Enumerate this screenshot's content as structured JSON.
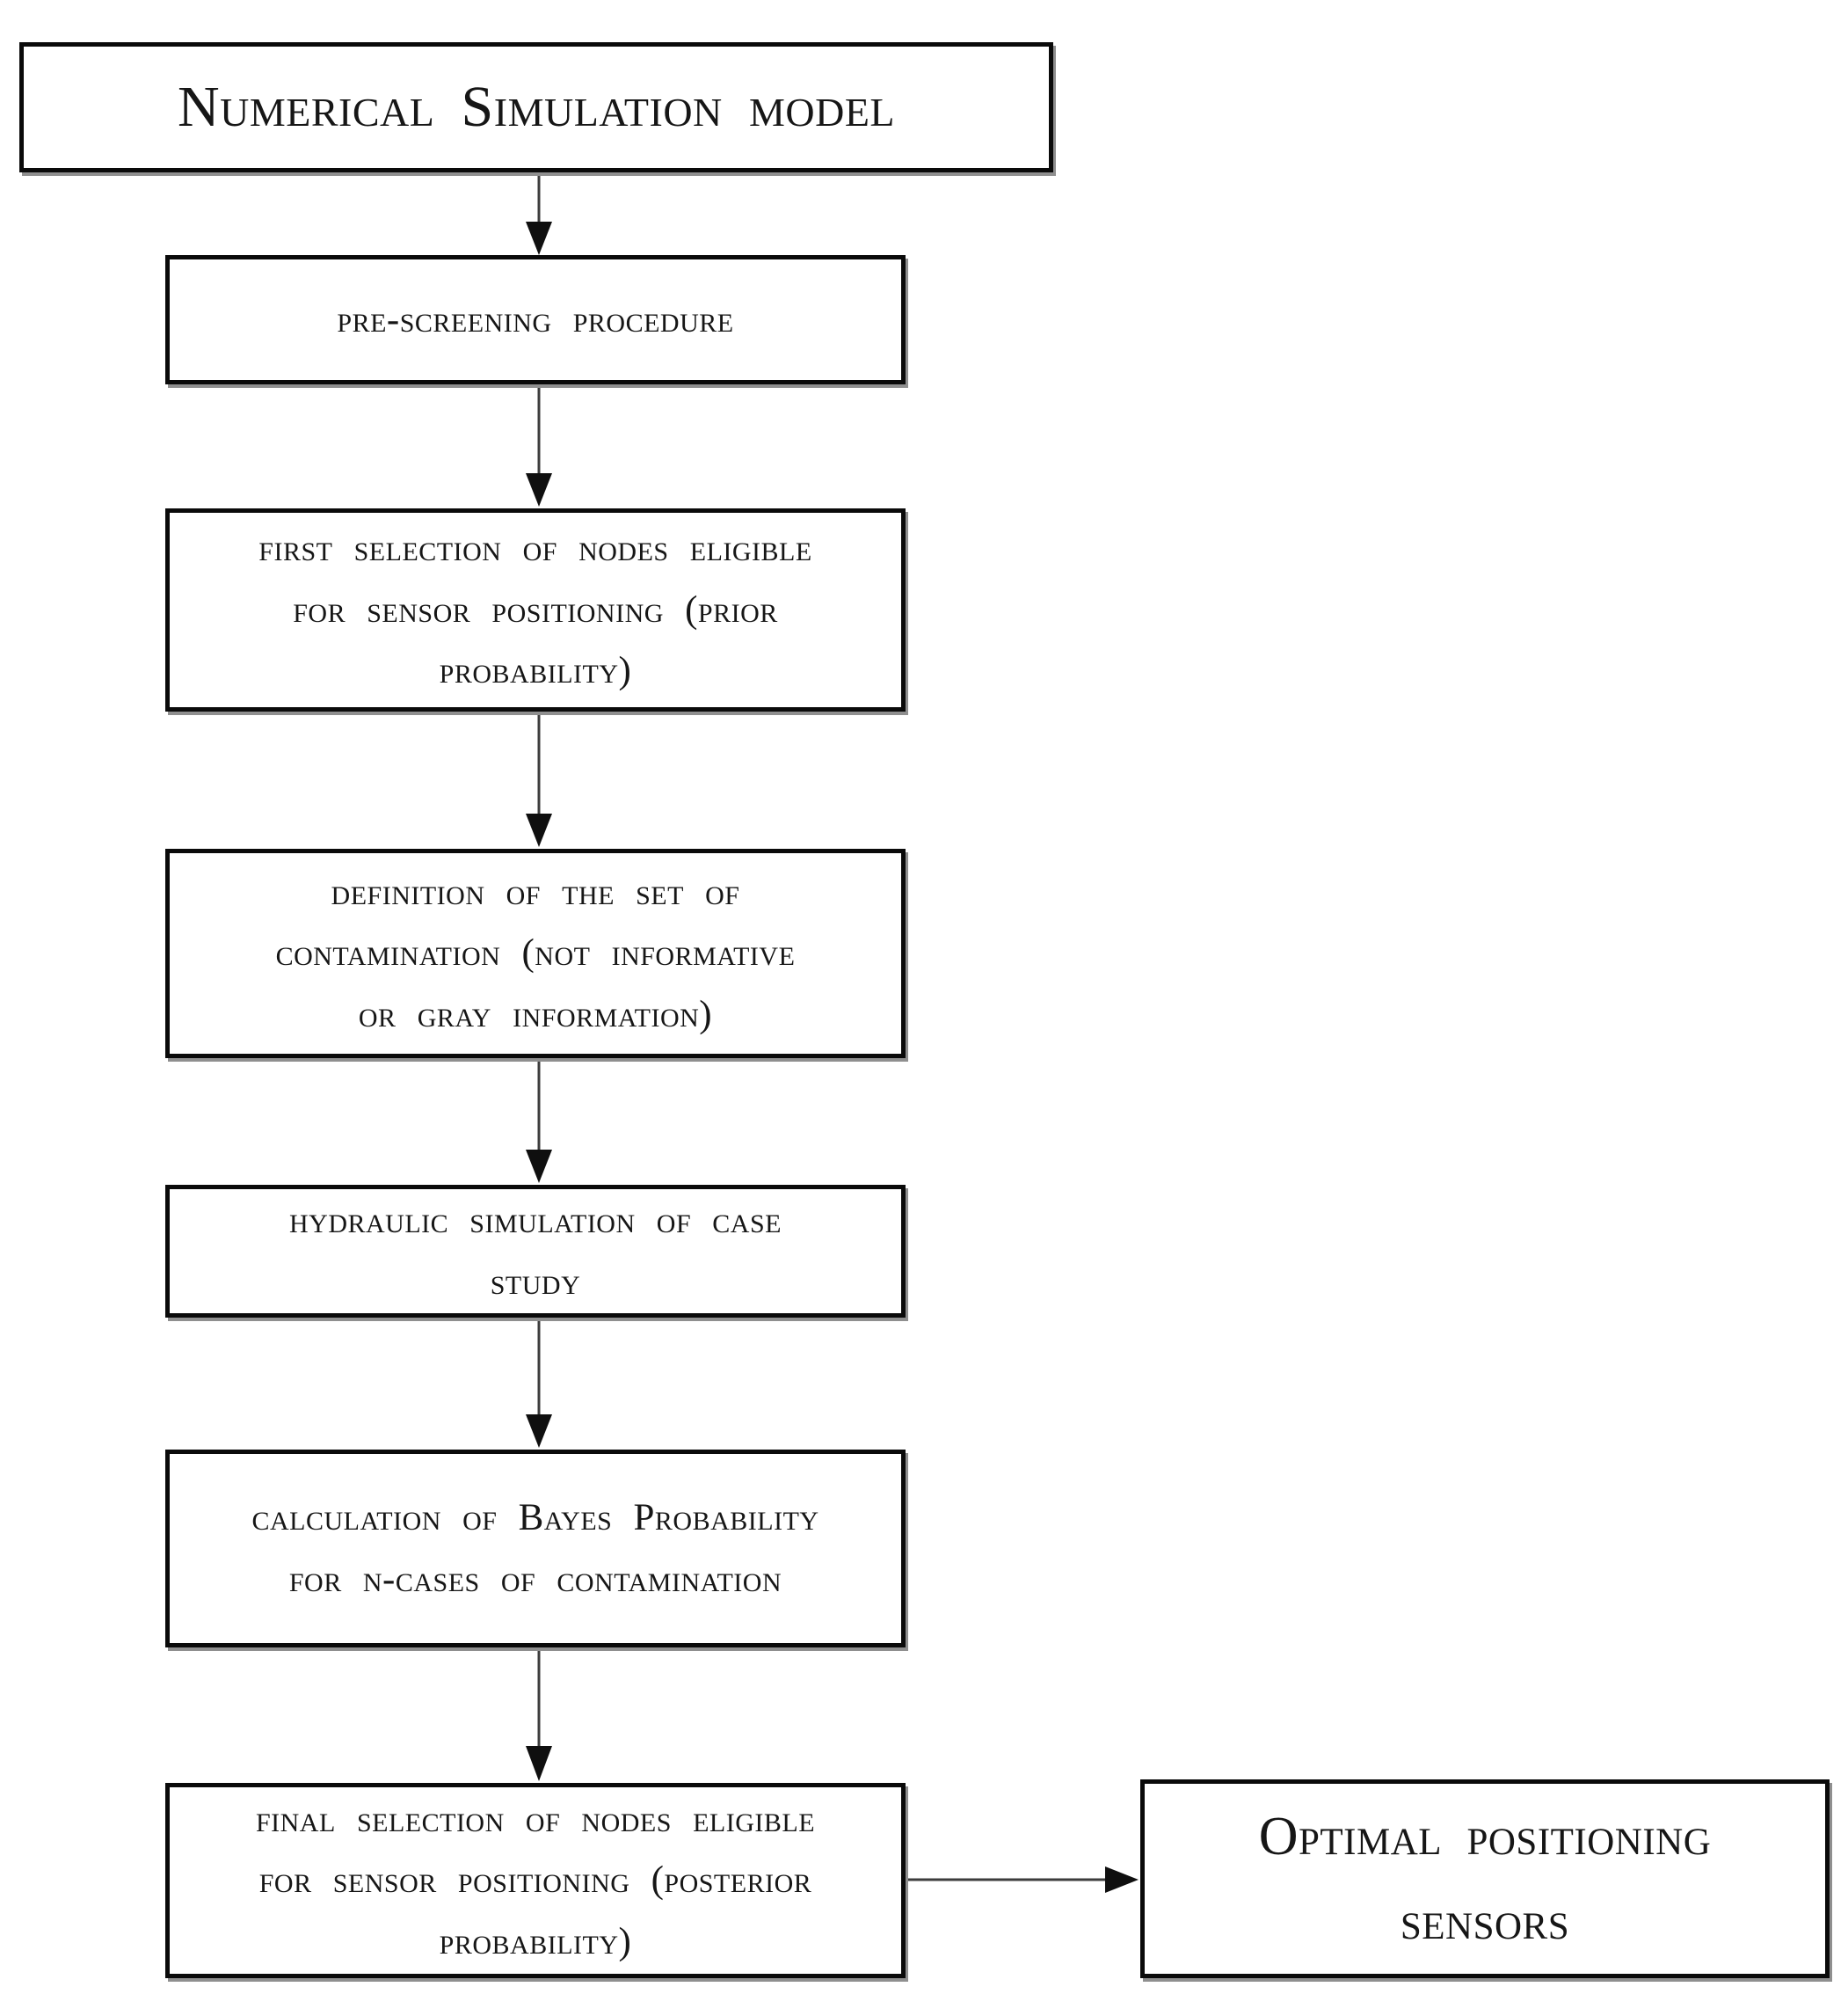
{
  "diagram": {
    "type": "flowchart",
    "palette": {
      "background": "#ffffff",
      "box_fill": "#ffffff",
      "box_border": "#000000",
      "box_shadow": "#8f8f8f",
      "text": "#161616",
      "arrow": "#3d3d3d"
    },
    "source_box": {
      "id": "numerical-simulation-model",
      "lines": [
        "Numerical Simulation model"
      ]
    },
    "process_steps": [
      {
        "id": "pre-screening-procedure",
        "lines": [
          "pre-screening procedure"
        ]
      },
      {
        "id": "first-selection-prior",
        "lines": [
          "first selection of nodes eligible",
          "for sensor positioning (prior",
          "probability)"
        ]
      },
      {
        "id": "definition-set-contamination",
        "lines": [
          "definition of the set of",
          "contamination (not informative",
          "or gray information)"
        ]
      },
      {
        "id": "hydraulic-simulation-case-study",
        "lines": [
          "hydraulic simulation of case",
          "study"
        ]
      },
      {
        "id": "bayes-probability-calculation",
        "lines": [
          "calculation of Bayes Probability",
          "for n-cases of contamination"
        ]
      },
      {
        "id": "final-selection-posterior",
        "lines": [
          "final selection of nodes eligible",
          "for sensor positioning (posterior",
          "probability)"
        ]
      }
    ],
    "output_box": {
      "id": "optimal-positioning-sensors",
      "lines": [
        "Optimal positioning",
        "sensors"
      ]
    },
    "connectors": [
      {
        "from": "numerical-simulation-model",
        "to": "pre-screening-procedure",
        "direction": "down"
      },
      {
        "from": "pre-screening-procedure",
        "to": "first-selection-prior",
        "direction": "down"
      },
      {
        "from": "first-selection-prior",
        "to": "definition-set-contamination",
        "direction": "down"
      },
      {
        "from": "definition-set-contamination",
        "to": "hydraulic-simulation-case-study",
        "direction": "down"
      },
      {
        "from": "hydraulic-simulation-case-study",
        "to": "bayes-probability-calculation",
        "direction": "down"
      },
      {
        "from": "bayes-probability-calculation",
        "to": "final-selection-posterior",
        "direction": "down"
      },
      {
        "from": "final-selection-posterior",
        "to": "optimal-positioning-sensors",
        "direction": "right"
      }
    ]
  }
}
